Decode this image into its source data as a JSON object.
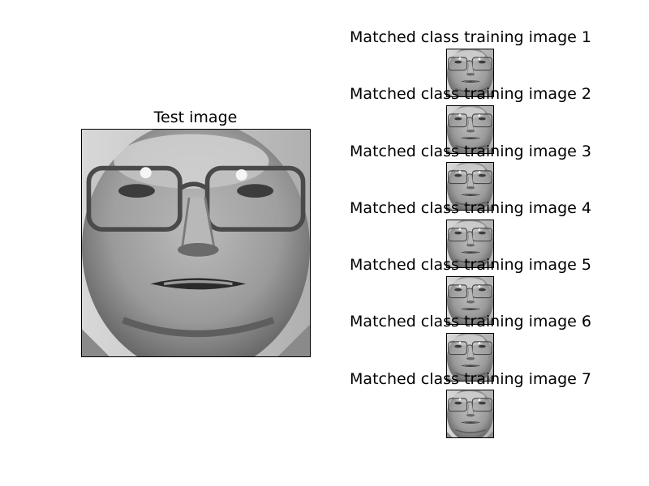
{
  "figure": {
    "test": {
      "title": "Test image"
    },
    "matches": [
      {
        "title": "Matched class training image 1"
      },
      {
        "title": "Matched class training image 2"
      },
      {
        "title": "Matched class training image 3"
      },
      {
        "title": "Matched class training image 4"
      },
      {
        "title": "Matched class training image 5"
      },
      {
        "title": "Matched class training image 6"
      },
      {
        "title": "Matched class training image 7"
      }
    ]
  }
}
